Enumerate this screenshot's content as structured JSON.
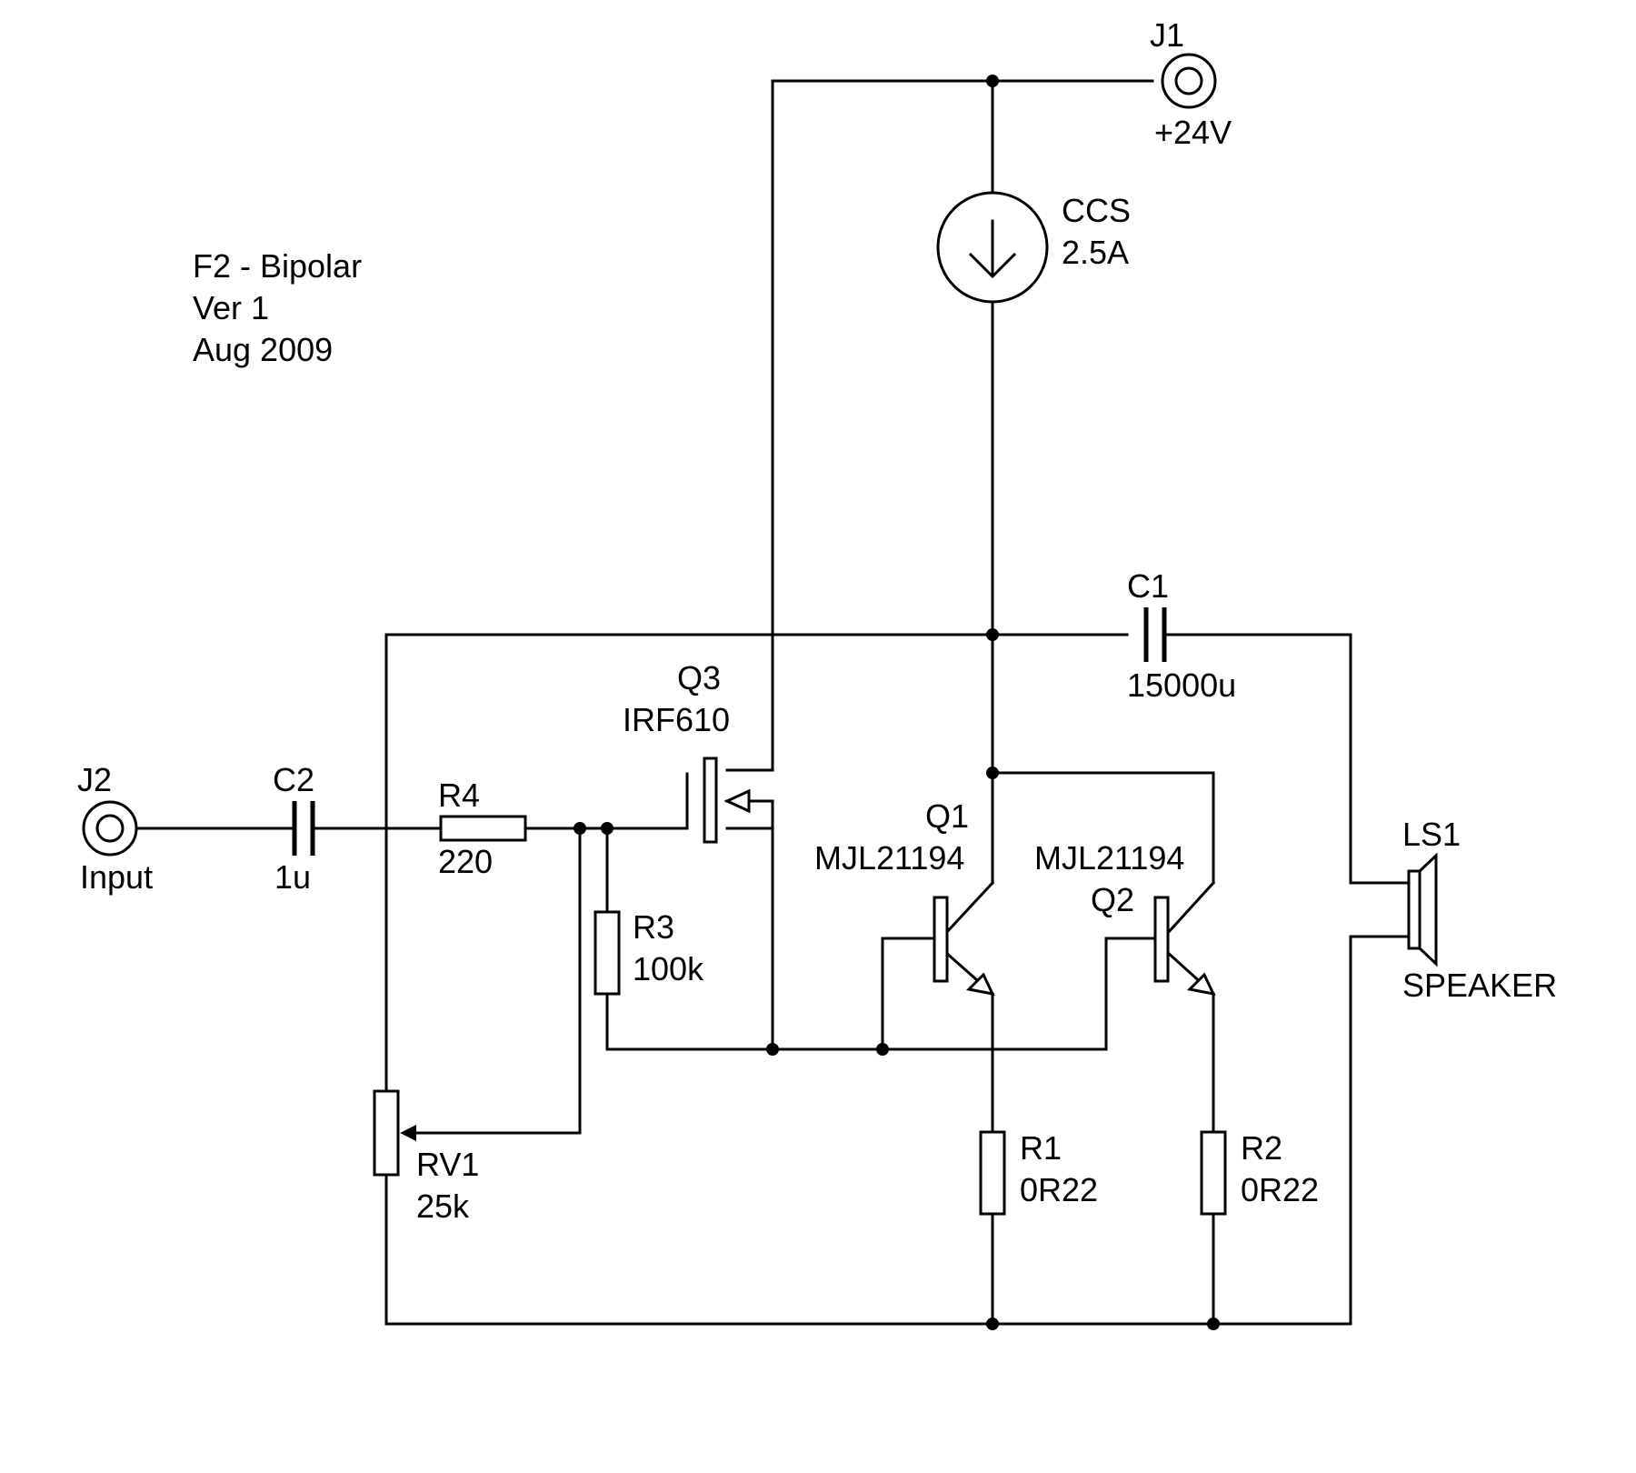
{
  "title_block": {
    "line1": "F2 - Bipolar",
    "line2": "Ver 1",
    "line3": "Aug 2009"
  },
  "components": {
    "j1": {
      "ref": "J1",
      "value": "+24V"
    },
    "j2": {
      "ref": "J2",
      "value": "Input"
    },
    "ccs": {
      "ref": "CCS",
      "value": "2.5A"
    },
    "c1": {
      "ref": "C1",
      "value": "15000u"
    },
    "c2": {
      "ref": "C2",
      "value": "1u"
    },
    "r1": {
      "ref": "R1",
      "value": "0R22"
    },
    "r2": {
      "ref": "R2",
      "value": "0R22"
    },
    "r3": {
      "ref": "R3",
      "value": "100k"
    },
    "r4": {
      "ref": "R4",
      "value": "220"
    },
    "rv1": {
      "ref": "RV1",
      "value": "25k"
    },
    "q1": {
      "ref": "Q1",
      "value": "MJL21194"
    },
    "q2": {
      "ref": "Q2",
      "value": "MJL21194"
    },
    "q3": {
      "ref": "Q3",
      "value": "IRF610"
    },
    "ls1": {
      "ref": "LS1",
      "value": "SPEAKER"
    }
  }
}
